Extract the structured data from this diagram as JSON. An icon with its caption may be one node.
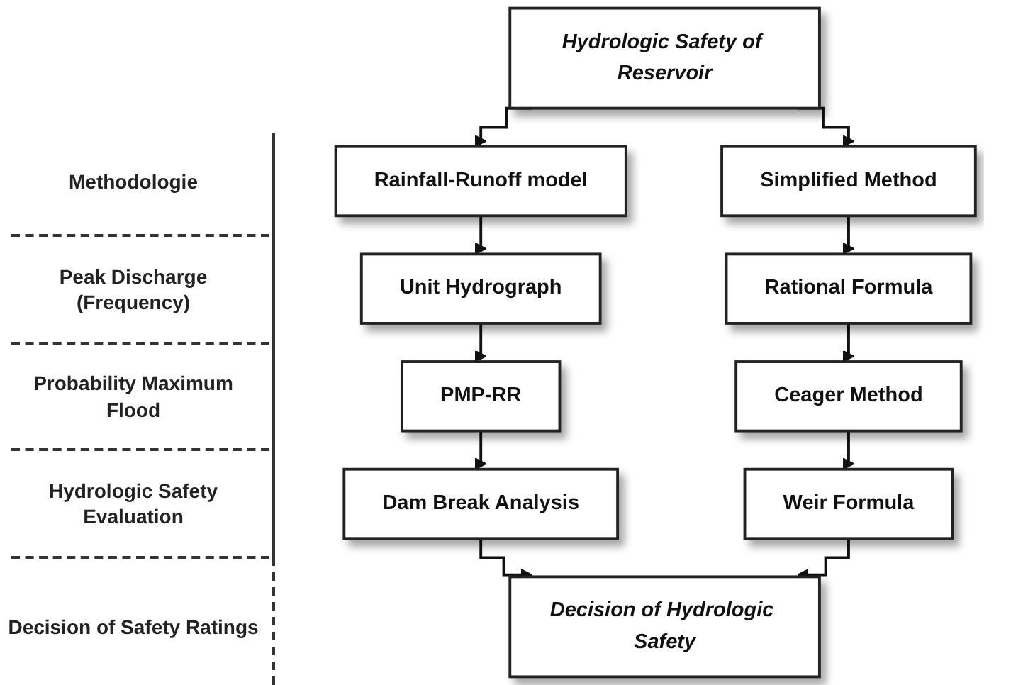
{
  "diagram": {
    "nodes": [
      {
        "text": [
          "Hydrologic Safety of Reservoir"
        ]
      },
      {
        "text": [
          "Rainfall-Runoff model"
        ]
      },
      {
        "text": [
          "Simplified Method"
        ]
      },
      {
        "text": [
          "Unit Hydrograph"
        ]
      },
      {
        "text": [
          "Rational Formula"
        ]
      },
      {
        "text": [
          "PMP-RR"
        ]
      },
      {
        "text": [
          "Ceager Method"
        ]
      },
      {
        "text": [
          "Dam Break Analysis"
        ]
      },
      {
        "text": [
          "Weir Formula"
        ]
      },
      {
        "text": [
          "Decision of Hydrologic Safety"
        ]
      }
    ],
    "edges": [
      {
        "from": 0,
        "to": 1,
        "arrow": "to"
      },
      {
        "from": 0,
        "to": 2,
        "arrow": "to"
      },
      {
        "from": 1,
        "to": 3,
        "arrow": "to"
      },
      {
        "from": 2,
        "to": 4,
        "arrow": "to"
      },
      {
        "from": 3,
        "to": 5,
        "arrow": "to"
      },
      {
        "from": 4,
        "to": 6,
        "arrow": "to"
      },
      {
        "from": 5,
        "to": 7,
        "arrow": "to"
      },
      {
        "from": 6,
        "to": 8,
        "arrow": "to"
      },
      {
        "from": 7,
        "to": 9,
        "arrow": "to"
      },
      {
        "from": 8,
        "to": 9,
        "arrow": "to"
      }
    ],
    "labels": [
      "Methodologie",
      "Peak Discharge (Frequency)",
      "Probability Maximum Flood",
      "Hydrologic Safety Evaluation",
      "Decision of Safety Ratings"
    ]
  }
}
